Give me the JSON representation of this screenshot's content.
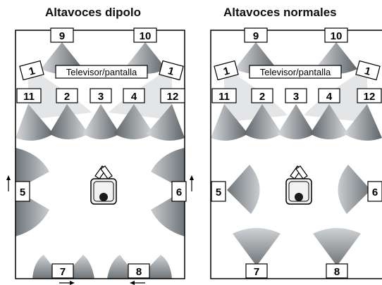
{
  "titles": {
    "left": "Altavoces dipolo",
    "right": "Altavoces normales"
  },
  "screen_label": "Televisor/pantalla",
  "speaker_labels": {
    "front_left": "1",
    "front_right": "1",
    "center_left": "2",
    "center": "3",
    "center_right": "4",
    "side_left": "5",
    "side_right": "6",
    "rear_left": "7",
    "rear_right": "8",
    "top_left": "9",
    "top_right": "10",
    "wide_left": "11",
    "wide_right": "12"
  },
  "icons": {
    "listener": "listener-in-chair-icon",
    "direction_arrow": "arrow-icon",
    "speaker_dispersion": "speaker-dispersion-cone"
  },
  "colors": {
    "cone_dark": "#6e7478",
    "cone_light": "#c4c8cb",
    "cone_pale": "#e2e4e6",
    "line": "#000000"
  }
}
